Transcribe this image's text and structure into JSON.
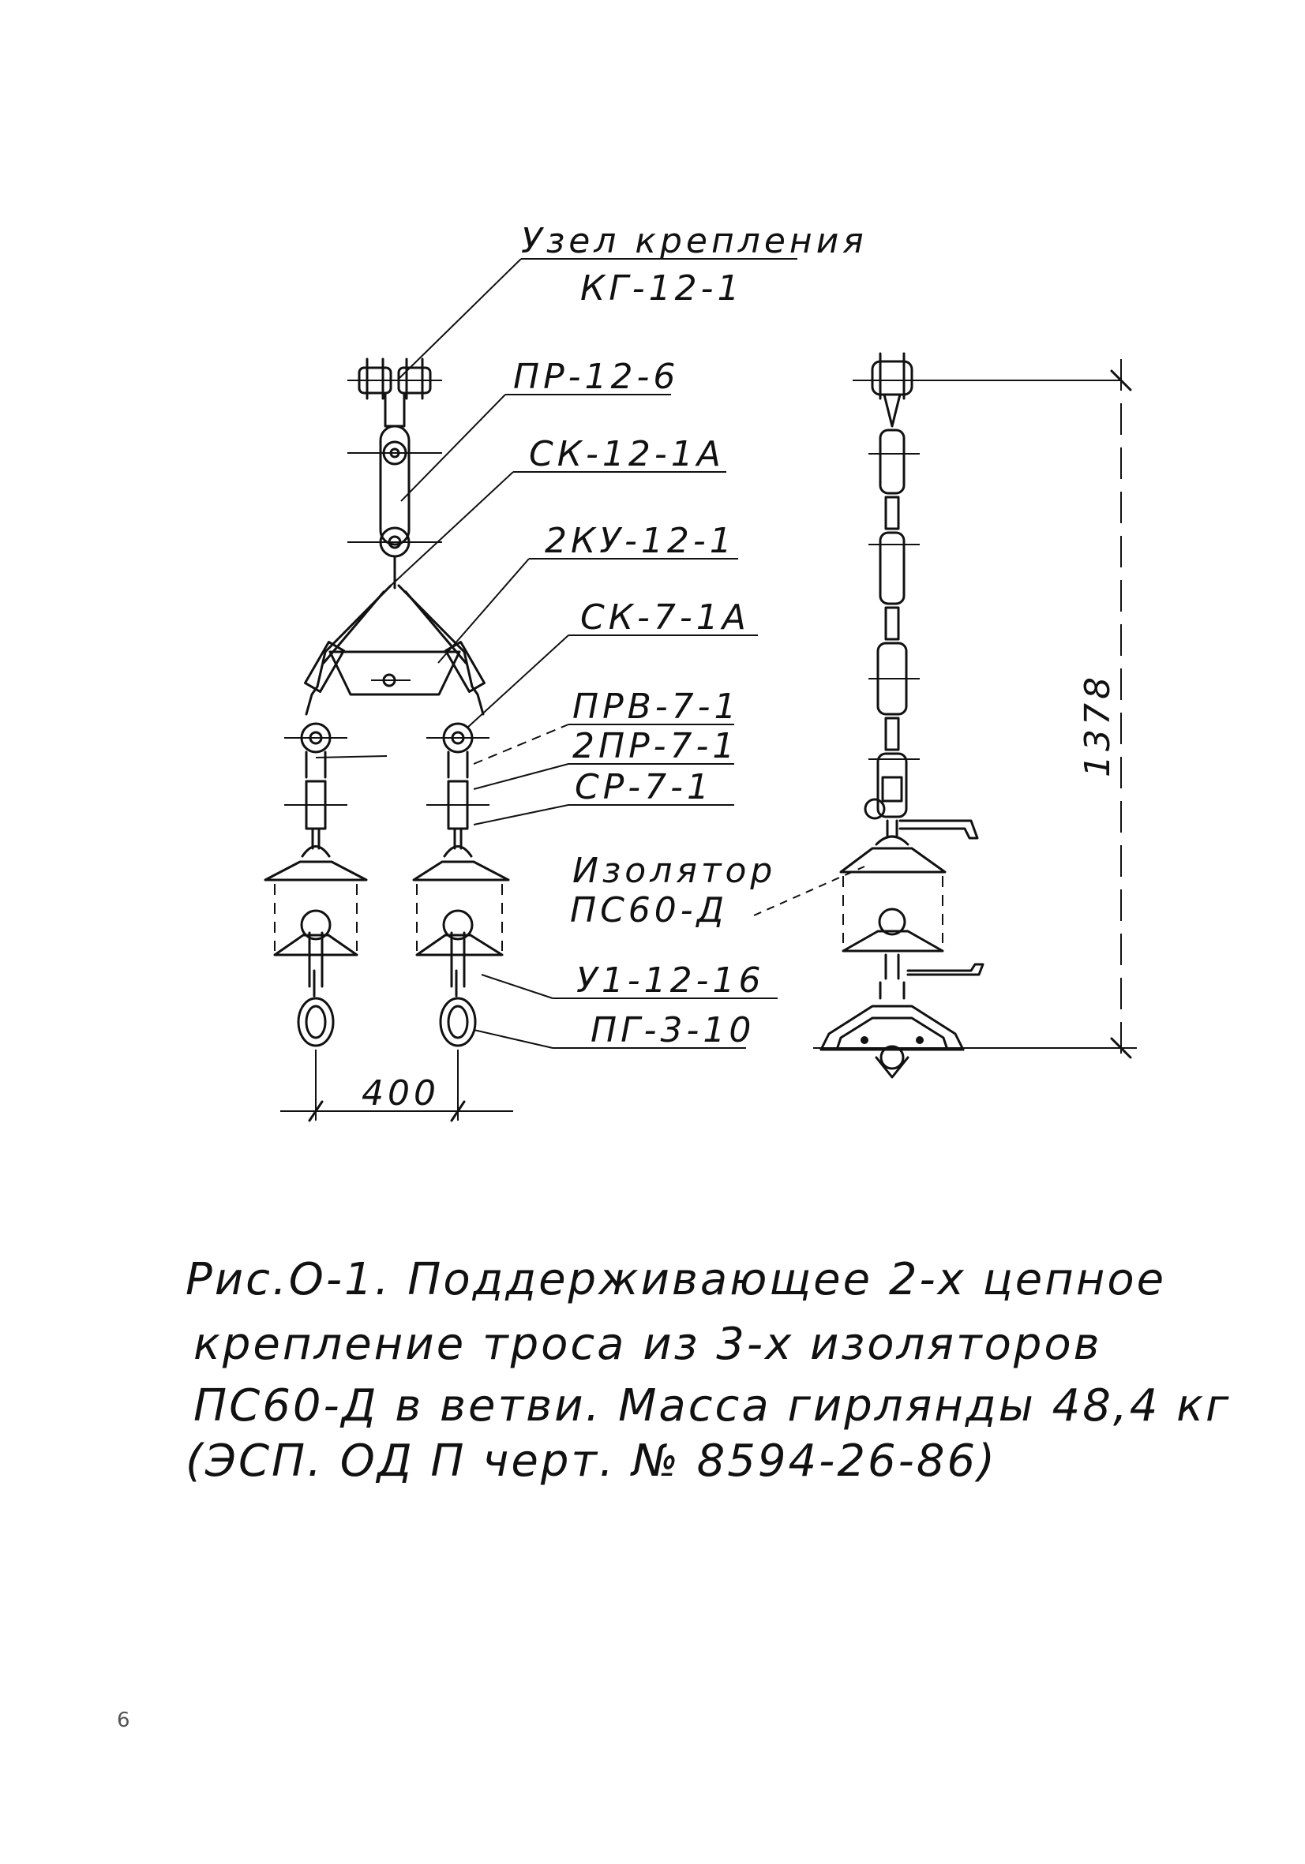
{
  "labels": {
    "node_title": "Узел крепления",
    "node_code": "КГ-12-1",
    "pr": "ПР-12-6",
    "sk12": "СК-12-1А",
    "2ku": "2КУ-12-1",
    "sk7": "СК-7-1А",
    "prv": "ПРВ-7-1",
    "2pr": "2ПР-7-1",
    "sr": "СР-7-1",
    "insulator_1": "Изолятор",
    "insulator_2": "ПС60-Д",
    "u1": "У1-12-16",
    "pg": "ПГ-3-10"
  },
  "dimensions": {
    "width": "400",
    "height": "1378"
  },
  "caption": {
    "line1": "Рис.О-1.  Поддерживающее 2-х цепное",
    "line2": "крепление троса  из 3-х изоляторов",
    "line3": "ПС60-Д в ветви. Масса гирлянды 48,4 кг",
    "line4": "(ЭСП. ОД П  черт. № 8594-26-86)"
  },
  "page_number": "6"
}
